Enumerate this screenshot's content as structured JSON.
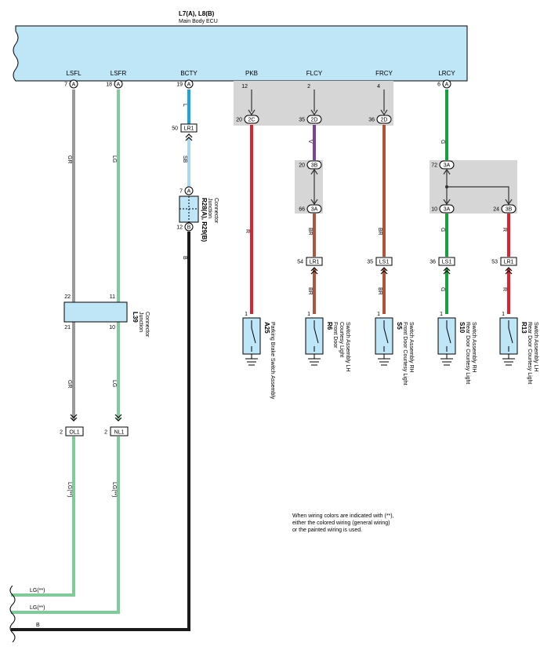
{
  "ecu": {
    "title": "L7(A), L8(B)",
    "subtitle": "Main Body ECU",
    "terminals": [
      {
        "name": "LSFL",
        "pin": "7",
        "conn": "A"
      },
      {
        "name": "LSFR",
        "pin": "18",
        "conn": "A"
      },
      {
        "name": "BCTY",
        "pin": "19",
        "conn": "A"
      },
      {
        "name": "PKB",
        "pin": "12",
        "conn": ""
      },
      {
        "name": "FLCY",
        "pin": "2",
        "conn": ""
      },
      {
        "name": "FRCY",
        "pin": "4",
        "conn": ""
      },
      {
        "name": "LRCY",
        "pin": "6",
        "conn": "A"
      }
    ]
  },
  "junction_2": {
    "pins": [
      "20",
      "35",
      "36"
    ],
    "conn": [
      "2C",
      "2D",
      "2D"
    ]
  },
  "junction_3": {
    "top_pin": "20",
    "top_conn": "3B",
    "bottom_pin": "66",
    "bottom_conn": "3A"
  },
  "junction_rr": {
    "top_pin": "72",
    "top_conn": "3A",
    "left_pin": "10",
    "left_conn": "3A",
    "right_pin": "24",
    "right_conn": "3B"
  },
  "wire_colors": {
    "lsfl_upper": "GR",
    "lsfl_mid": "GR",
    "lsfl_lower": "LG(**)",
    "lsfr_upper": "LG",
    "lsfr_mid": "LG",
    "lsfr_lower": "LG(**)",
    "bcty_upper": "L",
    "bcty_mid": "SB",
    "bcty_lower": "B",
    "pkb": "R",
    "flcy_upper": "V",
    "flcy_mid": "BR",
    "flcy_lower": "BR",
    "frcy_mid": "BR",
    "frcy_lower": "BR",
    "lrcy_upper": "G",
    "lrcy_mid": "G",
    "lrcy_lower": "G",
    "rr_mid": "R",
    "rr_lower": "R"
  },
  "connectors": {
    "lr1_bcty": {
      "pin": "50",
      "label": "LR1"
    },
    "lr1_fl": {
      "pin": "54",
      "label": "LR1"
    },
    "ls1_fr": {
      "pin": "35",
      "label": "LS1"
    },
    "ls1_rl": {
      "pin": "36",
      "label": "LS1"
    },
    "lr1_rr": {
      "pin": "53",
      "label": "LR1"
    },
    "ol1": {
      "pin": "2",
      "label": "OL1"
    },
    "nl1": {
      "pin": "2",
      "label": "NL1"
    }
  },
  "junction_connector": {
    "id": "R28(A), R29(B)",
    "name": "Junction Connector",
    "top_pin": "7",
    "top_conn": "A",
    "bottom_pin": "12",
    "bottom_conn": "B"
  },
  "l39": {
    "id": "L39",
    "name": "Junction Connector",
    "pins": [
      "22",
      "11",
      "21",
      "10"
    ]
  },
  "switches": [
    {
      "id": "A25",
      "name": "Parking Brake Switch Assembly",
      "pin": "1"
    },
    {
      "id": "R6",
      "name": "Front Door Courtesy Light Switch Assembly LH",
      "pin": "1"
    },
    {
      "id": "S5",
      "name": "Front Door Courtesy Light Switch Assembly RH",
      "pin": "1"
    },
    {
      "id": "S10",
      "name": "Rear Door Courtesy Light Switch Assembly RH",
      "pin": "1"
    },
    {
      "id": "R13",
      "name": "Rear Door Courtesy Light Switch Assembly LH",
      "pin": "1"
    }
  ],
  "switch_lines": {
    "a25": [
      "Parking Brake Switch Assembly"
    ],
    "r6": [
      "Front Door",
      "Courtesy Light",
      "Switch Assembly LH"
    ],
    "s5": [
      "Front Door Courtesy Light",
      "Switch Assembly RH"
    ],
    "s10": [
      "Rear Door Courtesy Light",
      "Switch Assembly RH"
    ],
    "r13": [
      "Rear Door Courtesy Light",
      "Switch Assembly LH"
    ]
  },
  "note": [
    "When wiring colors are indicated with (**),",
    "either the colored wiring (general wiring)",
    "or the painted wiring is used."
  ],
  "bottom_wires": [
    "LG(**)",
    "LG(**)",
    "B"
  ],
  "colors": {
    "ecu_fill": "#bfe6f7",
    "gray_box": "#d6d6d6",
    "gr": "#9a9a9a",
    "lg": "#7fcb9a",
    "l": "#1aa3e6",
    "sb": "#a9d8f5",
    "b": "#1a1a1a",
    "r": "#e0202a",
    "v": "#7b3fa0",
    "br": "#b0553a",
    "g": "#18a040"
  }
}
